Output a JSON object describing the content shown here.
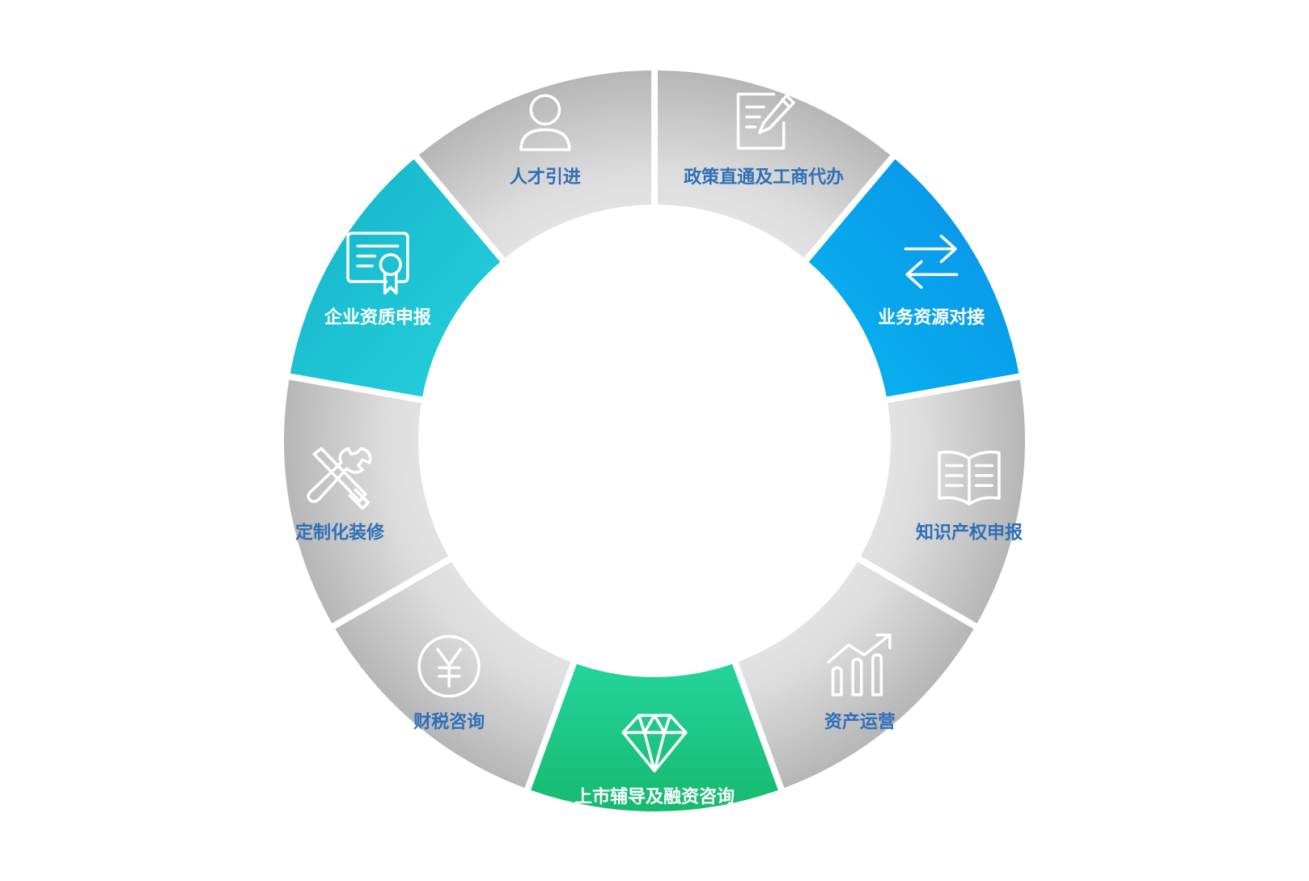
{
  "diagram": {
    "segments": [
      {
        "id": "talent",
        "label": "人才引进",
        "icon": "person-icon",
        "style": "gray"
      },
      {
        "id": "policy",
        "label": "政策直通及工商代办",
        "icon": "notepad-pencil-icon",
        "style": "gray"
      },
      {
        "id": "business",
        "label": "业务资源对接",
        "icon": "exchange-arrows-icon",
        "style": "blue"
      },
      {
        "id": "ip",
        "label": "知识产权申报",
        "icon": "open-book-icon",
        "style": "gray"
      },
      {
        "id": "asset",
        "label": "资产运营",
        "icon": "growth-chart-icon",
        "style": "gray"
      },
      {
        "id": "ipo",
        "label": "上市辅导及融资咨询",
        "icon": "diamond-icon",
        "style": "green"
      },
      {
        "id": "tax",
        "label": "财税咨询",
        "icon": "yuan-coin-icon",
        "style": "gray"
      },
      {
        "id": "decor",
        "label": "定制化装修",
        "icon": "wrench-screwdriver-icon",
        "style": "gray"
      },
      {
        "id": "qualification",
        "label": "企业资质申报",
        "icon": "certificate-icon",
        "style": "teal"
      }
    ],
    "colors": {
      "gray_light": "#e8e8e8",
      "gray_dark": "#b4b4b4",
      "gray_label": "#2f6fb8",
      "gray_icon": "#ffffff",
      "blue_start": "#07b6ef",
      "blue_end": "#0a8fe8",
      "teal_start": "#26d2dd",
      "teal_end": "#14b2c9",
      "green_start": "#23d49c",
      "green_end": "#17b96e",
      "active_label": "#ffffff"
    }
  }
}
